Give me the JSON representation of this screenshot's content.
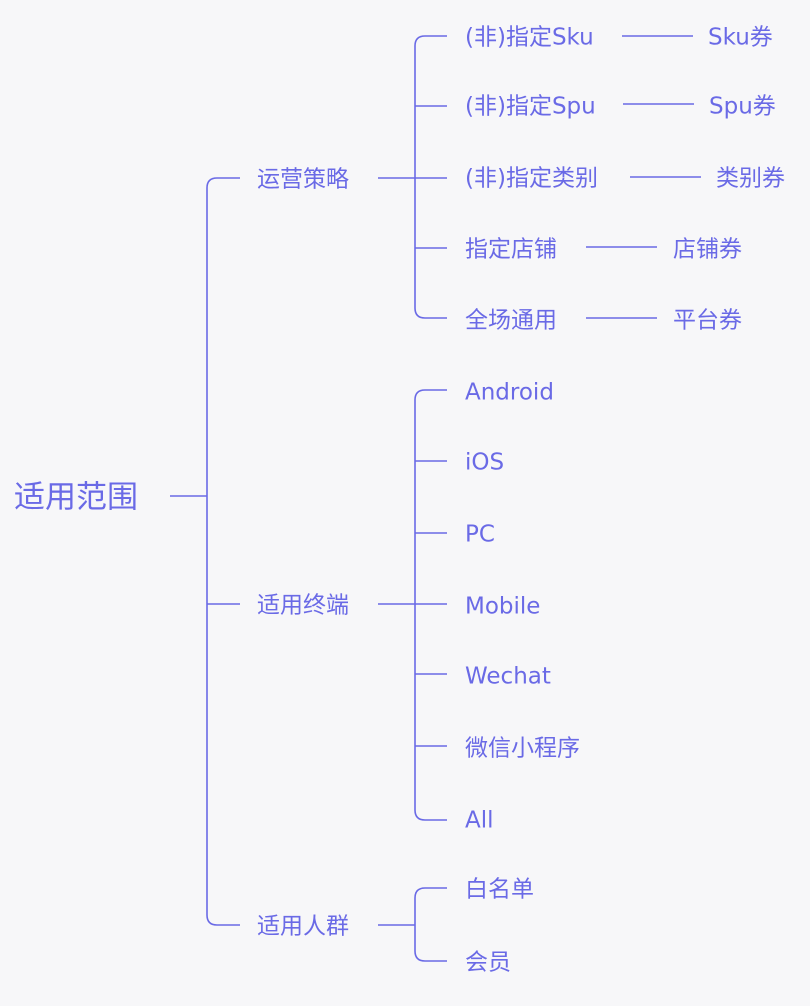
{
  "diagram": {
    "root": "适用范围",
    "branches": [
      {
        "label": "运营策略",
        "children": [
          {
            "label": "(非)指定Sku",
            "coupon": "Sku券"
          },
          {
            "label": "(非)指定Spu",
            "coupon": "Spu券"
          },
          {
            "label": "(非)指定类别",
            "coupon": "类别券"
          },
          {
            "label": "指定店铺",
            "coupon": "店铺券"
          },
          {
            "label": "全场通用",
            "coupon": "平台券"
          }
        ]
      },
      {
        "label": "适用终端",
        "children": [
          {
            "label": "Android"
          },
          {
            "label": "iOS"
          },
          {
            "label": "PC"
          },
          {
            "label": "Mobile"
          },
          {
            "label": "Wechat"
          },
          {
            "label": "微信小程序"
          },
          {
            "label": "All"
          }
        ]
      },
      {
        "label": "适用人群",
        "children": [
          {
            "label": "白名单"
          },
          {
            "label": "会员"
          }
        ]
      }
    ]
  }
}
